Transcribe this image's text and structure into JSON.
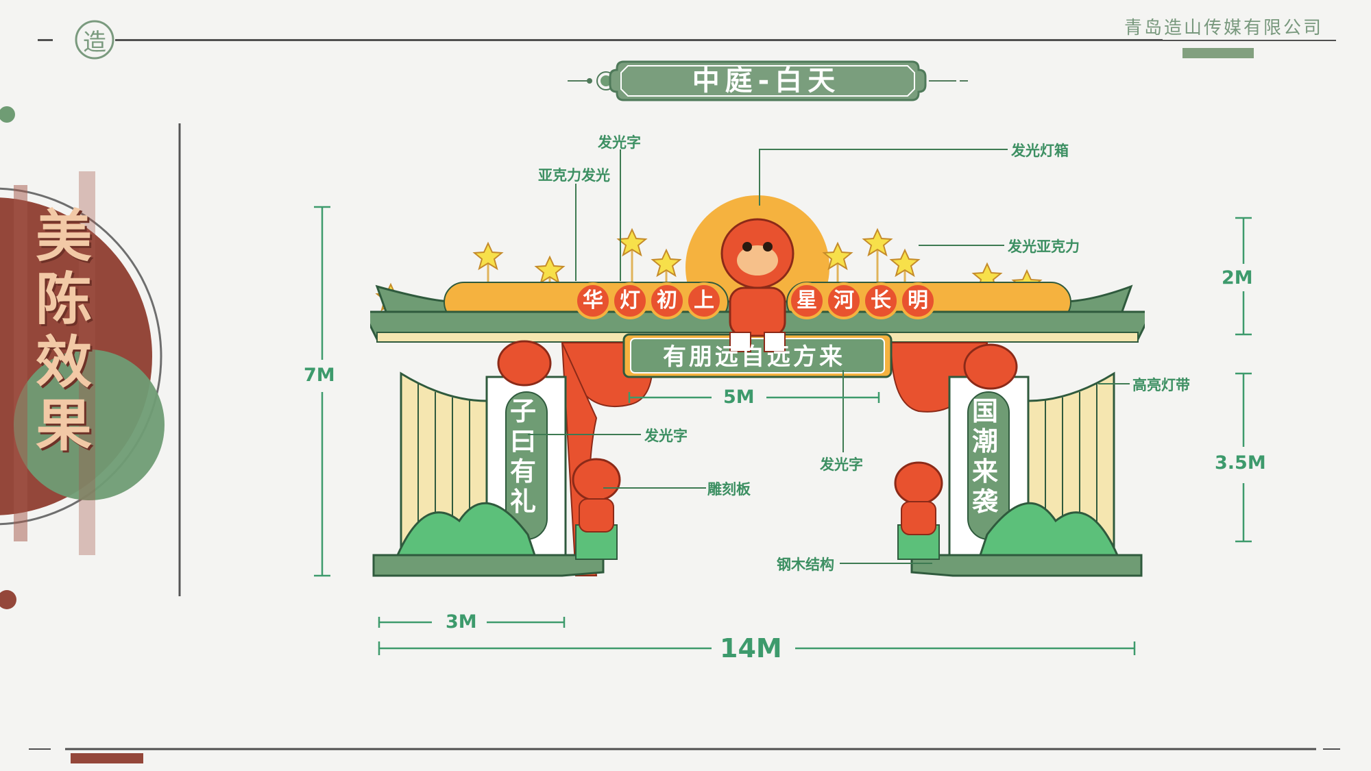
{
  "header": {
    "company": "青岛造山传媒有限公司",
    "logo_char": "造",
    "title": "中庭-白天"
  },
  "sidebar": {
    "title": "美陈效果"
  },
  "arch": {
    "top_chars_left": [
      "华",
      "灯",
      "初",
      "上"
    ],
    "top_chars_right": [
      "星",
      "河",
      "长",
      "明"
    ],
    "plaque": "有朋远自远方来",
    "left_pillar": "子曰有礼",
    "right_pillar": "国潮来袭"
  },
  "labels": {
    "glow_text_top": "发光字",
    "acrylic_glow": "亚克力发光",
    "light_box": "发光灯箱",
    "glow_acrylic": "发光亚克力",
    "highlight_strip": "高亮灯带",
    "glow_text_left": "发光字",
    "carved_board": "雕刻板",
    "glow_text_center": "发光字",
    "steel_wood": "钢木结构"
  },
  "dimensions": {
    "height_total": "7M",
    "width_total": "14M",
    "base_width": "3M",
    "inner_width": "5M",
    "top_height": "2M",
    "pillar_height": "3.5M"
  },
  "colors": {
    "green": "#6f9c74",
    "dark_green": "#3d7a52",
    "red": "#94473a",
    "orange": "#e8522f",
    "gold": "#f5b23f",
    "cream": "#f2c9a6"
  }
}
